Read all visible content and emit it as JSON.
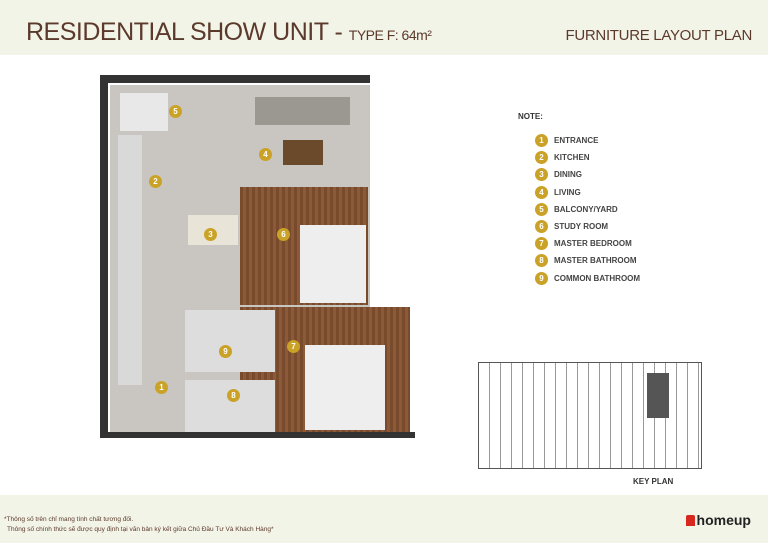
{
  "header": {
    "title": "RESIDENTIAL SHOW UNIT -",
    "subtitle": "TYPE F: 64m²",
    "plan_title": "FURNITURE LAYOUT  PLAN"
  },
  "notes": {
    "heading": "NOTE:",
    "items": [
      {
        "num": "1",
        "label": "ENTRANCE"
      },
      {
        "num": "2",
        "label": "KITCHEN"
      },
      {
        "num": "3",
        "label": "DINING"
      },
      {
        "num": "4",
        "label": "LIVING"
      },
      {
        "num": "5",
        "label": "BALCONY/YARD"
      },
      {
        "num": "6",
        "label": "STUDY ROOM"
      },
      {
        "num": "7",
        "label": "MASTER BEDROOM"
      },
      {
        "num": "8",
        "label": "MASTER BATHROOM"
      },
      {
        "num": "9",
        "label": "COMMON BATHROOM"
      }
    ]
  },
  "key_plan": {
    "label": "KEY PLAN"
  },
  "footer": {
    "note_line1": "*Thông số trên chỉ mang tính chất tương đối.",
    "note_line2": "Thông số chính thức sẽ được quy định tại văn bản ký kết giữa Chủ Đầu Tư Và Khách Hàng*",
    "brand": "homeup"
  },
  "colors": {
    "accent": "#c9a227",
    "text": "#5b3a2c",
    "band": "#f3f4e8"
  }
}
